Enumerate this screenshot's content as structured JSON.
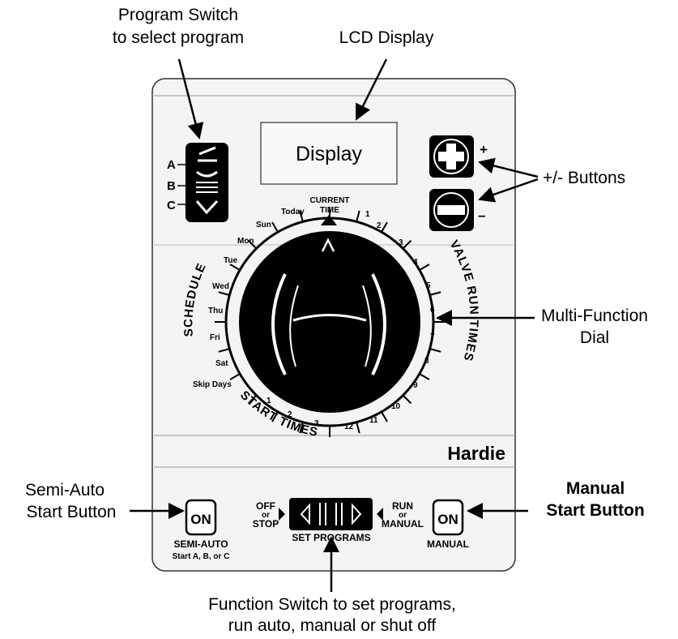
{
  "callouts": {
    "program_switch": [
      "Program Switch",
      "to select program"
    ],
    "lcd_display": "LCD Display",
    "plus_minus": "+/-  Buttons",
    "multi_function": [
      "Multi-Function",
      "Dial"
    ],
    "semi_auto": [
      "Semi-Auto",
      "Start  Button"
    ],
    "manual_start": [
      "Manual",
      "Start Button"
    ],
    "function_switch": [
      "Function Switch to set programs,",
      "run auto, manual or shut off"
    ]
  },
  "panel": {
    "display_text": "Display",
    "brand": "Hardie",
    "program_letters": [
      "A",
      "B",
      "C"
    ],
    "plus_sign": "+",
    "minus_sign": "–",
    "current_time": [
      "CURRENT",
      "TIME"
    ],
    "schedule_label": "SCHEDULE",
    "valve_run_times_label": "VALVE RUN TIMES",
    "start_times_label": "START TIMES",
    "schedule_days": [
      "Today",
      "Sun",
      "Mon",
      "Tue",
      "Wed",
      "Thu",
      "Fri",
      "Sat",
      "Skip Days"
    ],
    "valve_numbers": [
      "1",
      "2",
      "3",
      "4",
      "5",
      "6",
      "7",
      "8",
      "9",
      "10",
      "11",
      "12"
    ],
    "start_numbers": [
      "1",
      "2",
      "3"
    ],
    "semi_auto_button": "ON",
    "manual_button": "ON",
    "semi_auto_label": [
      "SEMI-AUTO",
      "Start A, B, or C"
    ],
    "manual_label": "MANUAL",
    "off_stop": [
      "OFF",
      "or",
      "STOP"
    ],
    "run_manual": [
      "RUN",
      "or",
      "MANUAL"
    ],
    "set_programs": "SET PROGRAMS"
  },
  "colors": {
    "ink": "#000000",
    "panel": "#f4f4f4",
    "paper": "#ffffff",
    "line": "#444444"
  }
}
